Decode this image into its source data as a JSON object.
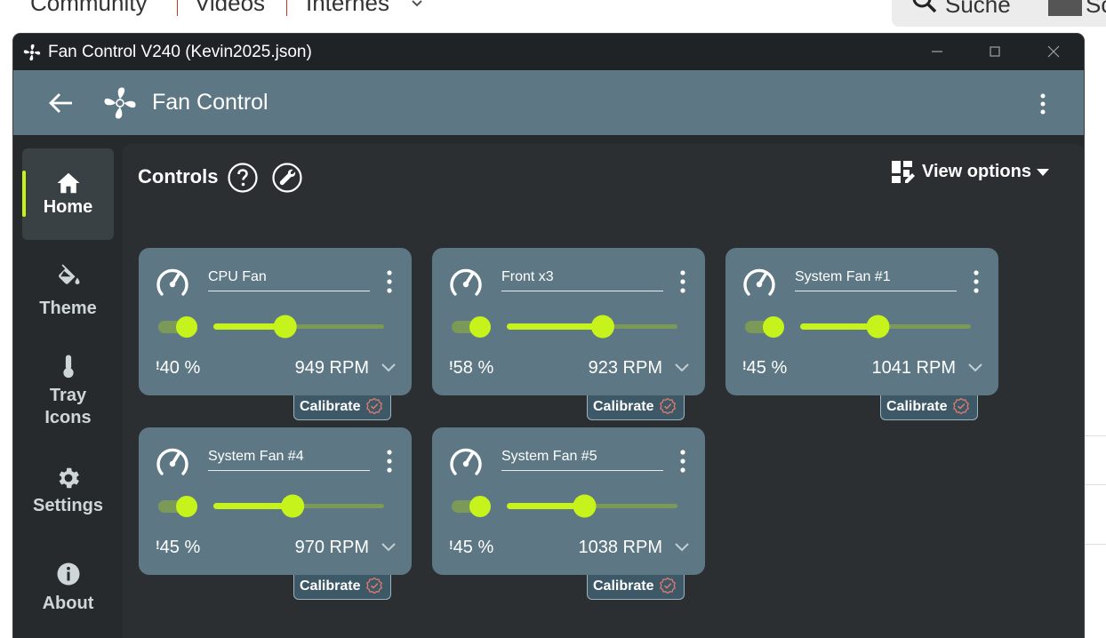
{
  "background_page": {
    "nav_items": [
      "Community",
      "Videos",
      "Internes"
    ],
    "search_label": "Suche",
    "overflow_text": "Sc"
  },
  "window": {
    "title": "Fan Control V240 (Kevin2025.json)",
    "controls": [
      "minimize",
      "maximize",
      "close"
    ]
  },
  "appbar": {
    "title": "Fan Control"
  },
  "sidebar": {
    "items": [
      {
        "label": "Home",
        "icon": "home-icon",
        "active": true
      },
      {
        "label": "Theme",
        "icon": "paint-bucket-icon",
        "active": false
      },
      {
        "label": "Tray\nIcons",
        "line1": "Tray",
        "line2": "Icons",
        "icon": "thermometer-icon",
        "active": false
      },
      {
        "label": "Settings",
        "icon": "gear-icon",
        "active": false
      },
      {
        "label": "About",
        "icon": "info-icon",
        "active": false
      }
    ]
  },
  "controls_header": {
    "title": "Controls",
    "view_options": "View options"
  },
  "cards": [
    {
      "name": "CPU Fan",
      "percent": "40 %",
      "rpm": "949 RPM",
      "slider_value": 0.41,
      "enabled": true,
      "calibrate": "Calibrate"
    },
    {
      "name": "Front x3",
      "percent": "58 %",
      "rpm": "923 RPM",
      "slider_value": 0.57,
      "enabled": true,
      "calibrate": "Calibrate"
    },
    {
      "name": "System Fan #1",
      "percent": "45 %",
      "rpm": "1041 RPM",
      "slider_value": 0.45,
      "enabled": true,
      "calibrate": "Calibrate"
    },
    {
      "name": "System Fan #4",
      "percent": "45 %",
      "rpm": "970 RPM",
      "slider_value": 0.46,
      "enabled": true,
      "calibrate": "Calibrate"
    },
    {
      "name": "System Fan #5",
      "percent": "45 %",
      "rpm": "1038 RPM",
      "slider_value": 0.45,
      "enabled": true,
      "calibrate": "Calibrate"
    }
  ],
  "colors": {
    "accent": "#c6f31b",
    "card": "#5d7884",
    "appbar": "#5d7884",
    "window_bg": "#262a2c",
    "content_bg": "#2b2f31",
    "calibrate_bg": "#3d5866",
    "calibrate_icon": "#e07a6e"
  }
}
